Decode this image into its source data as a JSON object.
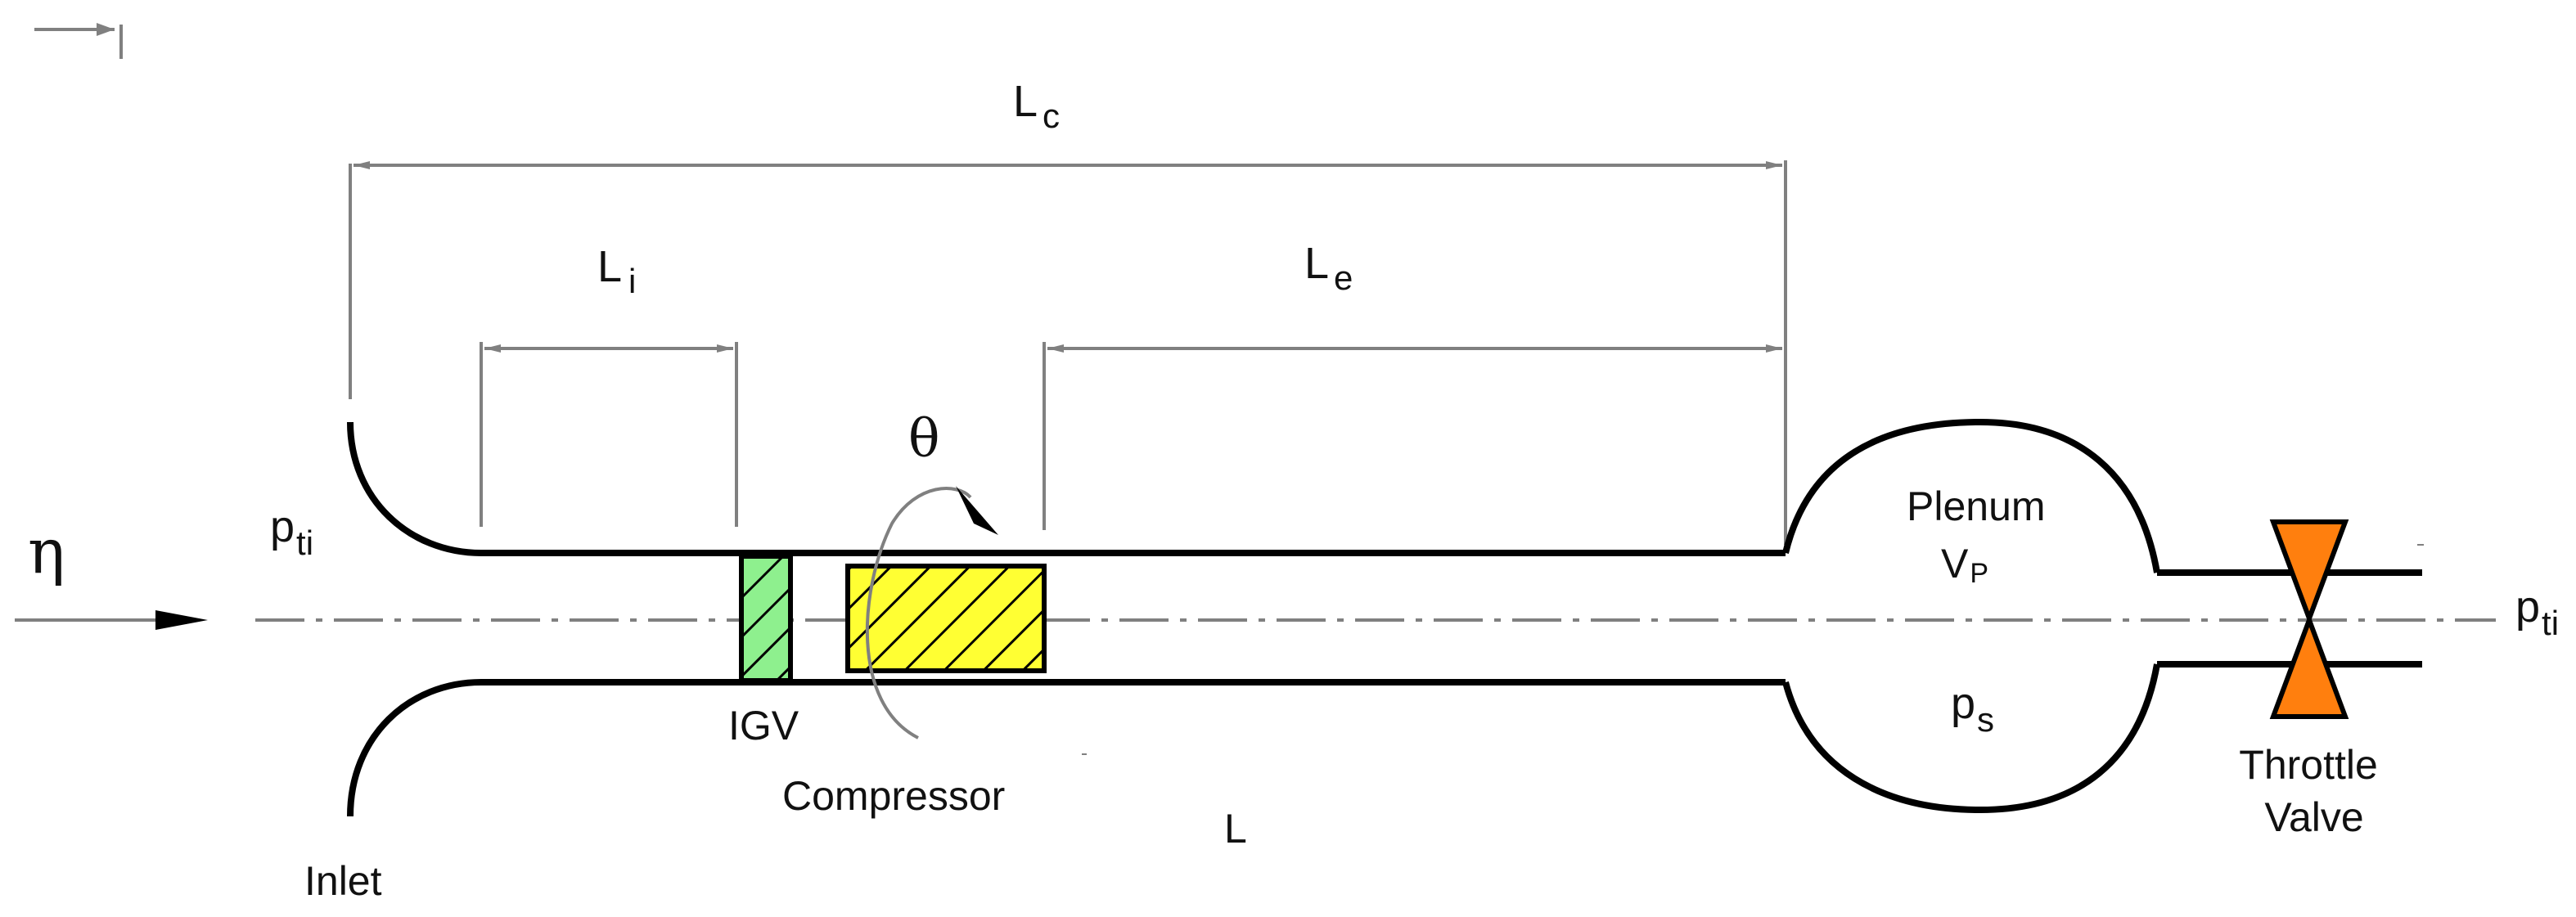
{
  "labels": {
    "lc_main": "L",
    "lc_sub": "c",
    "li_main": "L",
    "li_sub": "i",
    "le_main": "L",
    "le_sub": "e",
    "theta": "θ",
    "eta": "η",
    "pti_left_main": "p",
    "pti_left_sub": "ti",
    "pti_right_main": "p",
    "pti_right_sub": "ti",
    "plenum": "Plenum",
    "vp_main": "V",
    "vp_sub": "P",
    "ps_main": "p",
    "ps_sub": "s",
    "igv": "IGV",
    "compressor": "Compressor",
    "length": "L",
    "inlet": "Inlet",
    "throttle_line1": "Throttle",
    "throttle_line2": "Valve"
  },
  "colors": {
    "igv_fill": "#8ef08e",
    "compressor_fill": "#ffff33",
    "valve_fill": "#ff7f0e",
    "dimension_line": "#808080",
    "duct_wall": "#000000"
  }
}
